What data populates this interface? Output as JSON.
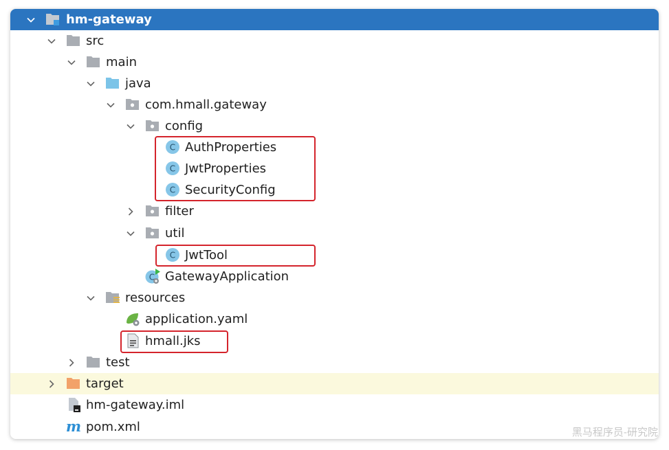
{
  "tree": {
    "root": "hm-gateway",
    "src": "src",
    "main": "main",
    "java": "java",
    "package": "com.hmall.gateway",
    "config": "config",
    "auth_properties": "AuthProperties",
    "jwt_properties": "JwtProperties",
    "security_config": "SecurityConfig",
    "filter": "filter",
    "util": "util",
    "jwt_tool": "JwtTool",
    "gateway_application": "GatewayApplication",
    "resources": "resources",
    "application_yaml": "application.yaml",
    "hmall_jks": "hmall.jks",
    "test": "test",
    "target": "target",
    "iml": "hm-gateway.iml",
    "pom": "pom.xml"
  },
  "watermark": "黑马程序员-研究院",
  "colors": {
    "selection": "#2b75c0",
    "excluded_row": "#fbf9dd",
    "highlight": "#d4232b",
    "folder": "#a9adb3",
    "source_folder": "#7cc4e8",
    "target_folder": "#f2a269",
    "class_icon": "#86c6e8"
  }
}
